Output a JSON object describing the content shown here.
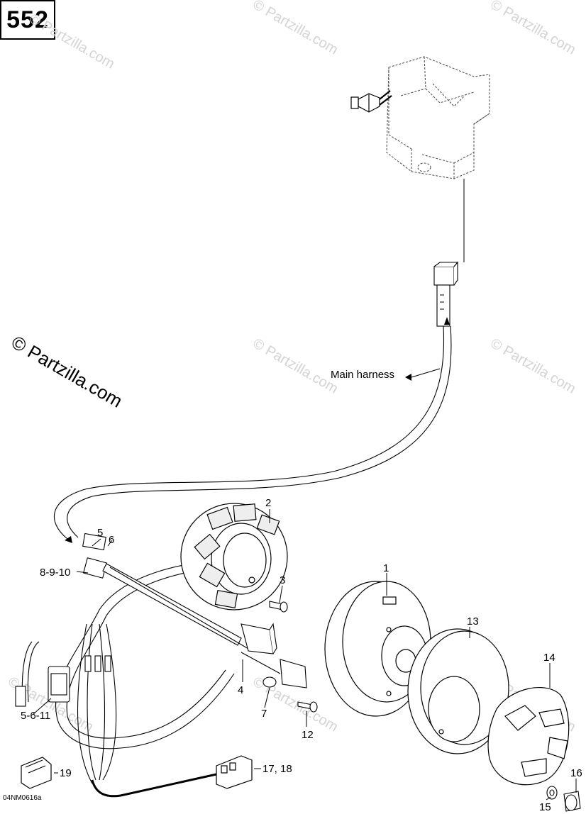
{
  "page_number": "552",
  "watermark": "© Partzilla.com",
  "document_code": "04NM0616a",
  "callouts": {
    "main_harness": "Main harness",
    "c1": "1",
    "c2": "2",
    "c3": "3",
    "c4": "4",
    "c5": "5",
    "c6": "6",
    "c7": "7",
    "c8_9_10": "8-9-10",
    "c5_6_11": "5-6-11",
    "c12": "12",
    "c13": "13",
    "c14": "14",
    "c15": "15",
    "c16": "16",
    "c17_18": "17, 18",
    "c19": "19"
  }
}
